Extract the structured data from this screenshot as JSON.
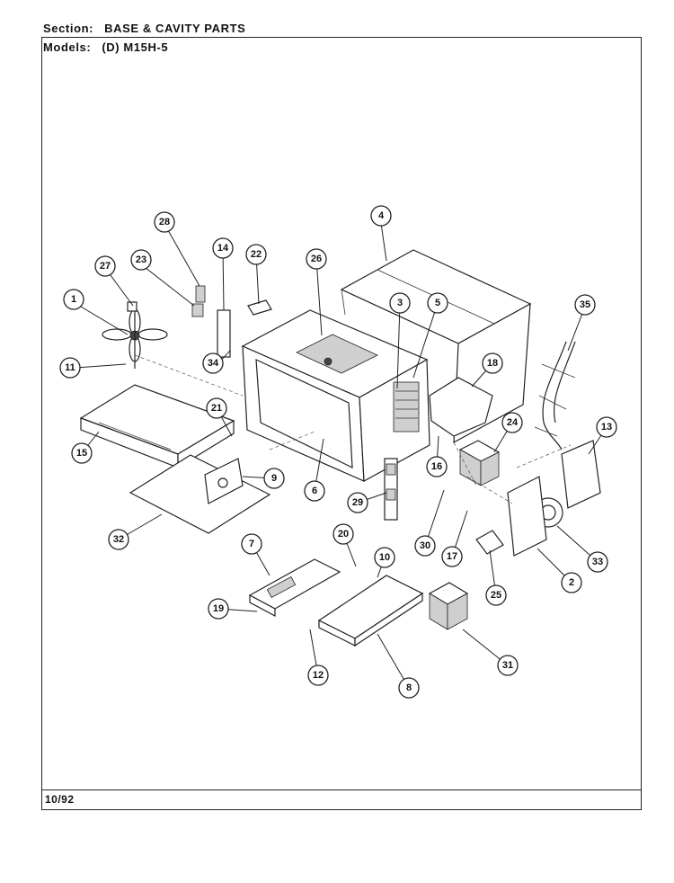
{
  "header": {
    "section_label": "Section:",
    "section_value": "BASE & CAVITY PARTS",
    "models_label": "Models:",
    "models_value": "(D) M15H-5"
  },
  "footer": {
    "date": "10/92"
  },
  "callouts": [
    "1",
    "2",
    "3",
    "4",
    "5",
    "6",
    "7",
    "8",
    "9",
    "10",
    "11",
    "12",
    "13",
    "14",
    "15",
    "16",
    "17",
    "18",
    "19",
    "20",
    "21",
    "22",
    "23",
    "24",
    "25",
    "26",
    "27",
    "28",
    "29",
    "30",
    "31",
    "32",
    "33",
    "34",
    "35"
  ]
}
